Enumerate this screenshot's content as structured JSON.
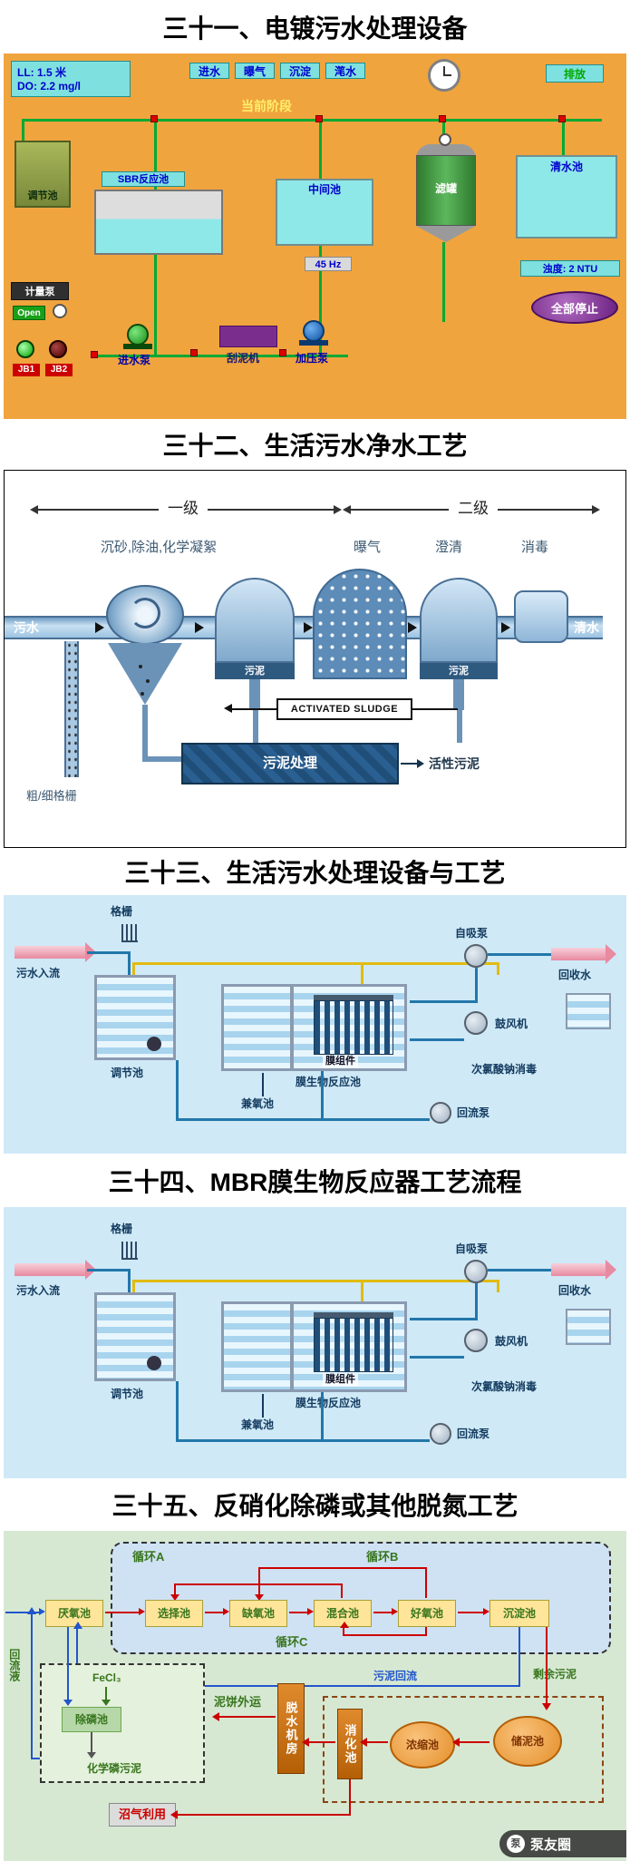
{
  "colors": {
    "scada_bg": "#F0A43E",
    "cyan_chip": "#7FE0E0",
    "light_blue_bg": "#CFE9F7",
    "green_bg": "#D6E8D2",
    "accent_red": "#CC0000",
    "label_blue": "#0000CC",
    "process_green": "#38761D",
    "pipe_green": "#00AA33"
  },
  "s31": {
    "title": "三十一、电镀污水处理设备",
    "level": "LL: 1.5 米",
    "do": "DO: 2.2 mg/l",
    "steps": [
      "进水",
      "曝气",
      "沉淀",
      "滗水"
    ],
    "phase": "当前阶段",
    "discharge": "排放",
    "regulating_tank": "调节池",
    "sbr_tank": "SBR反应池",
    "middle_tank": "中间池",
    "filter_tank": "滤罐",
    "clear_tank": "清水池",
    "frequency": "45 Hz",
    "turbidity": "浊度:  2  NTU",
    "stop_all": "全部停止",
    "metering_pump": "计量泵",
    "open": "Open",
    "jb1": "JB1",
    "jb2": "JB2",
    "inlet_pump": "进水泵",
    "scraper": "刮泥机",
    "booster_pump": "加压泵"
  },
  "s32": {
    "title": "三十二、生活污水净水工艺",
    "primary": "一级",
    "secondary": "二级",
    "step1": "沉砂,除油,化学凝絮",
    "step2": "曝气",
    "step3": "澄清",
    "step4": "消毒",
    "inflow": "污水",
    "sludge_a": "污泥",
    "sludge_b": "污泥",
    "outflow": "清水",
    "activated_sludge_en": "ACTIVATED SLUDGE",
    "screen": "粗/细格栅",
    "sludge_treatment": "污泥处理",
    "activated_sludge": "活性污泥"
  },
  "s33": {
    "title": "三十三、生活污水处理设备与工艺",
    "screen": "格栅",
    "inflow": "污水入流",
    "self_priming_pump": "自吸泵",
    "recycle_water": "回收水",
    "blower": "鼓风机",
    "naclo": "次氯酸钠消毒",
    "regulating_tank": "调节池",
    "membrane_module": "膜组件",
    "mbr_tank": "膜生物反应池",
    "facultative_tank": "兼氧池",
    "return_pump": "回流泵"
  },
  "s34": {
    "title": "三十四、MBR膜生物反应器工艺流程",
    "screen": "格栅",
    "inflow": "污水入流",
    "self_priming_pump": "自吸泵",
    "recycle_water": "回收水",
    "blower": "鼓风机",
    "naclo": "次氯酸钠消毒",
    "regulating_tank": "调节池",
    "membrane_module": "膜组件",
    "mbr_tank": "膜生物反应池",
    "facultative_tank": "兼氧池",
    "return_pump": "回流泵"
  },
  "s35": {
    "title": "三十五、反硝化除磷或其他脱氮工艺",
    "loop_a": "循环A",
    "loop_b": "循环B",
    "loop_c": "循环C",
    "tanks": [
      "厌氧池",
      "选择池",
      "缺氧池",
      "混合池",
      "好氧池",
      "沉淀池"
    ],
    "fecl3": "FeCl₃",
    "p_removal_tank": "除磷池",
    "return_liquid": "回流液",
    "sludge_return": "污泥回流",
    "cake_out": "泥饼外运",
    "chem_p_sludge": "化学磷污泥",
    "dewatering": "脱水机房",
    "digester": "消化池",
    "thickener": "浓缩池",
    "sludge_storage": "储泥池",
    "excess_sludge": "剩余污泥",
    "biogas_use": "沼气利用"
  },
  "watermark": {
    "logo": "泵",
    "name": "泵友圈"
  }
}
